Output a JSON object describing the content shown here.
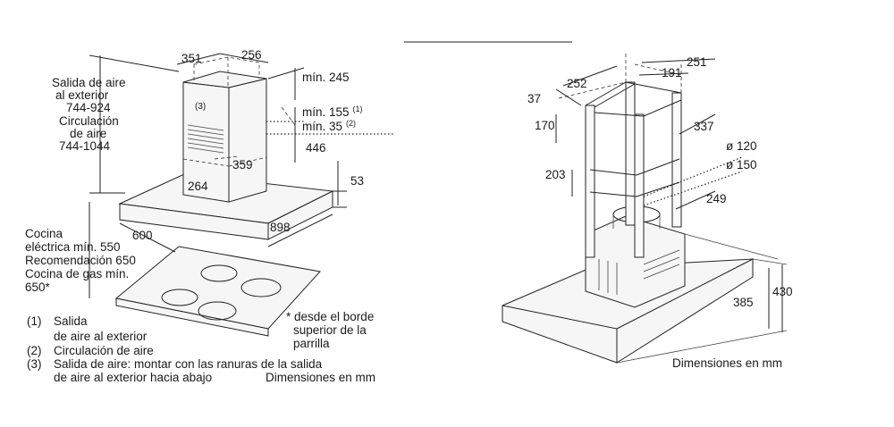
{
  "left": {
    "dims": {
      "w351": "351",
      "w256": "256",
      "min245": "mín. 245",
      "min155": "mín. 155",
      "sup1": "(1)",
      "min35": "mín. 35",
      "sup2": "(2)",
      "d446": "446",
      "d359": "359",
      "d264": "264",
      "d53": "53",
      "d600": "600",
      "d898": "898",
      "tag3": "(3)"
    },
    "height_label": [
      "Salida de aire",
      "al exterior",
      "744-924",
      "Circulación",
      "de aire",
      "744-1044"
    ],
    "cooktop_label": [
      "Cocina",
      "eléctrica mín. 550",
      "Recomendación 650",
      "Cocina de gas mín.",
      "650*"
    ],
    "footnote_star": [
      "* desde el borde",
      "superior de la",
      "parrilla"
    ],
    "legend": [
      {
        "num": "(1)",
        "text": "Salida"
      },
      {
        "num": "",
        "text": "de aire al exterior"
      },
      {
        "num": "(2)",
        "text": "Circulación de aire"
      },
      {
        "num": "(3)",
        "text": "Salida de aire: montar con las ranuras de la salida"
      },
      {
        "num": "",
        "text": "de aire al exterior hacia abajo"
      }
    ],
    "units": "Dimensiones en mm"
  },
  "right": {
    "dims": {
      "d252": "252",
      "d251": "251",
      "d191": "191",
      "d37": "37",
      "d170": "170",
      "d337": "337",
      "d120": "ø 120",
      "d150": "ø 150",
      "d203": "203",
      "d249": "249",
      "d385": "385",
      "d430": "430"
    },
    "units": "Dimensiones en mm"
  }
}
